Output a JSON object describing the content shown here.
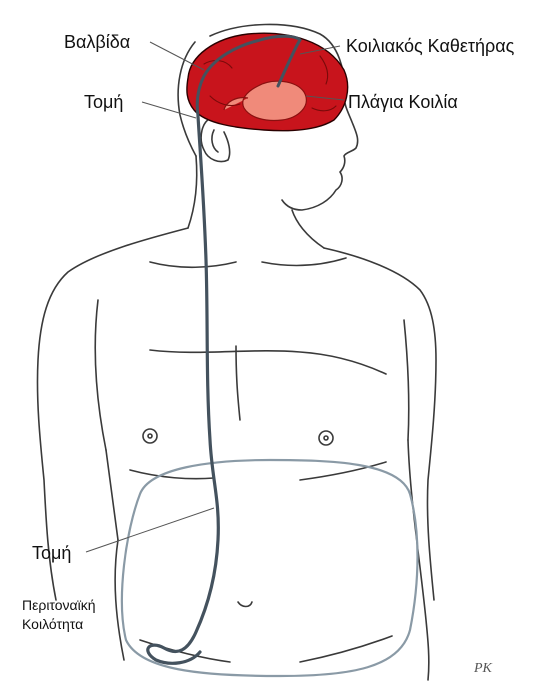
{
  "labels": {
    "valve": "Βαλβίδα",
    "ventricular_catheter": "Κοιλιακός Καθετήρας",
    "incision_head": "Τομή",
    "lateral_ventricle": "Πλάγια Κοιλία",
    "incision_abdomen": "Τομή",
    "peritoneal_cavity_line1": "Περιτοναϊκή",
    "peritoneal_cavity_line2": "Κοιλότητα",
    "artist_signature": "PK"
  },
  "colors": {
    "brain": "#c8141c",
    "ventricle": "#f08a7a",
    "outline": "#3a3a3a",
    "catheter": "#44525e",
    "cavity": "#8a9aa6"
  }
}
